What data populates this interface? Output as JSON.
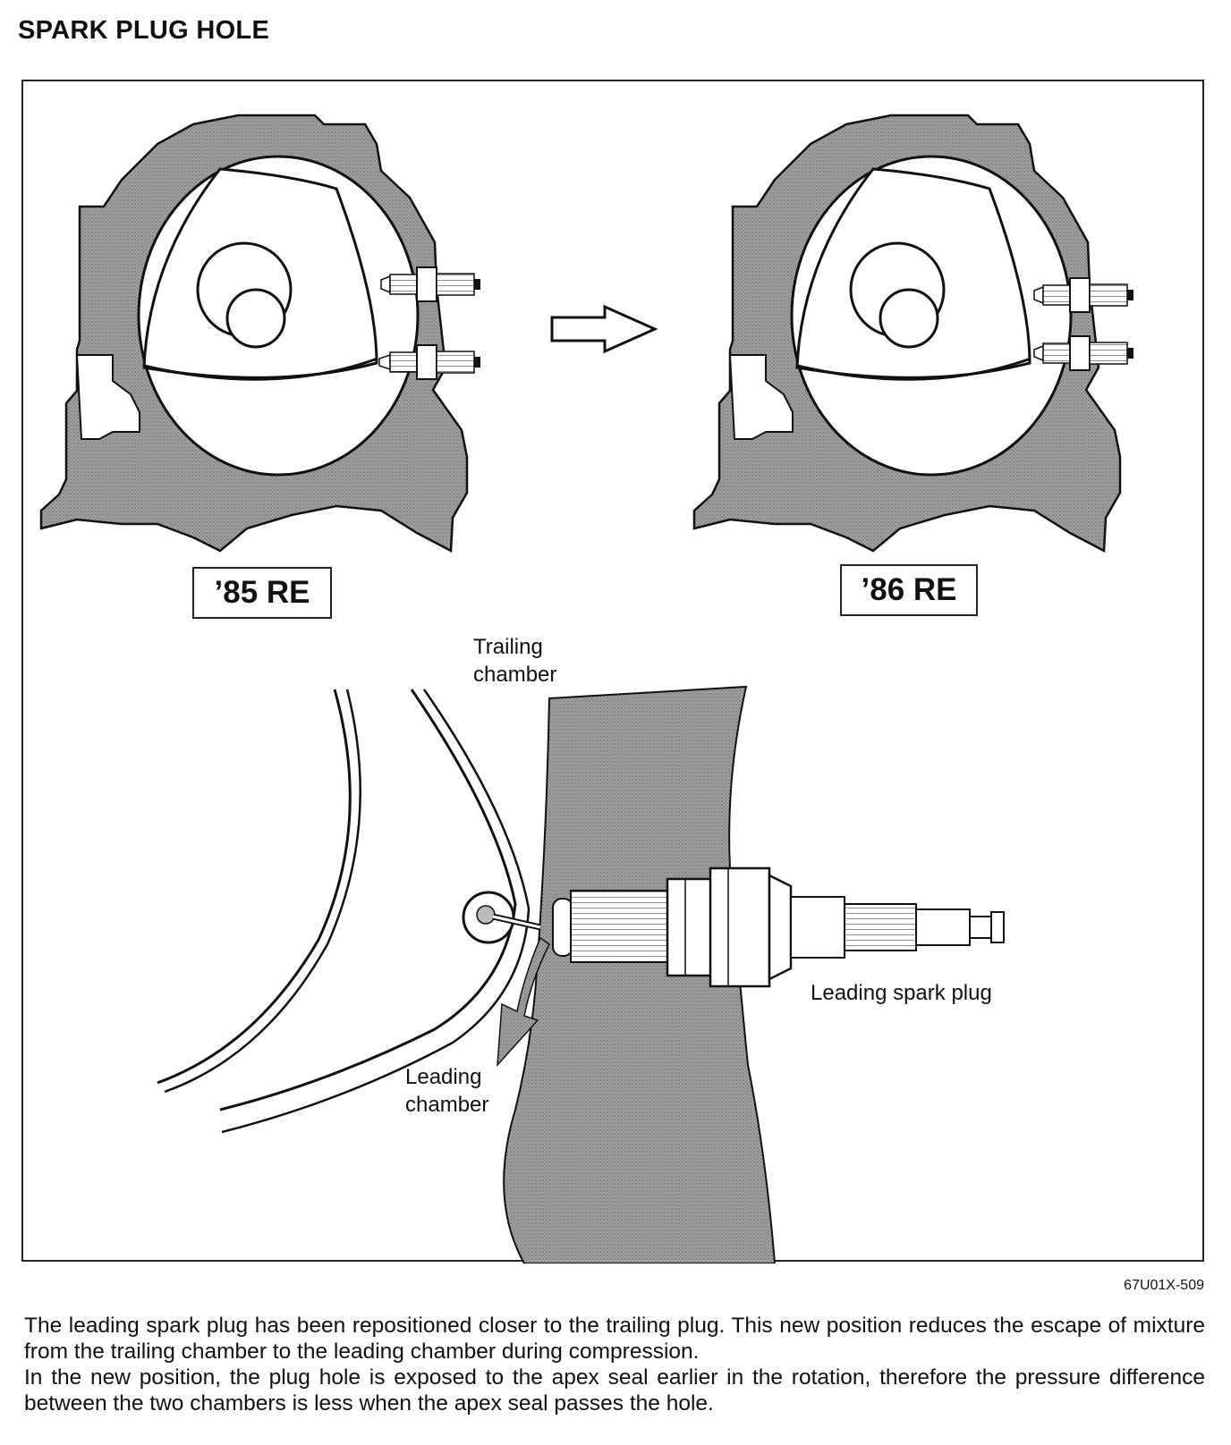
{
  "page": {
    "title": "SPARK PLUG HOLE"
  },
  "figure": {
    "left_engine_label": "’85 RE",
    "right_engine_label": "’86 RE",
    "trailing_chamber_label": [
      "Trailing",
      "chamber"
    ],
    "leading_chamber_label": [
      "Leading",
      "chamber"
    ],
    "leading_plug_label": "Leading spark plug",
    "figure_code": "67U01X-509"
  },
  "caption": [
    "The leading spark plug has been repositioned closer to the trailing plug. This new position reduces the escape of mixture from the trailing chamber to the leading chamber during compression.",
    "In the new position, the plug hole is exposed to the apex seal earlier in the rotation, therefore the pressure difference between the two chambers is less when the apex seal passes the hole."
  ],
  "colors": {
    "ink": "#111111",
    "housing_gray": "#9a9a9a",
    "paper": "#ffffff"
  }
}
